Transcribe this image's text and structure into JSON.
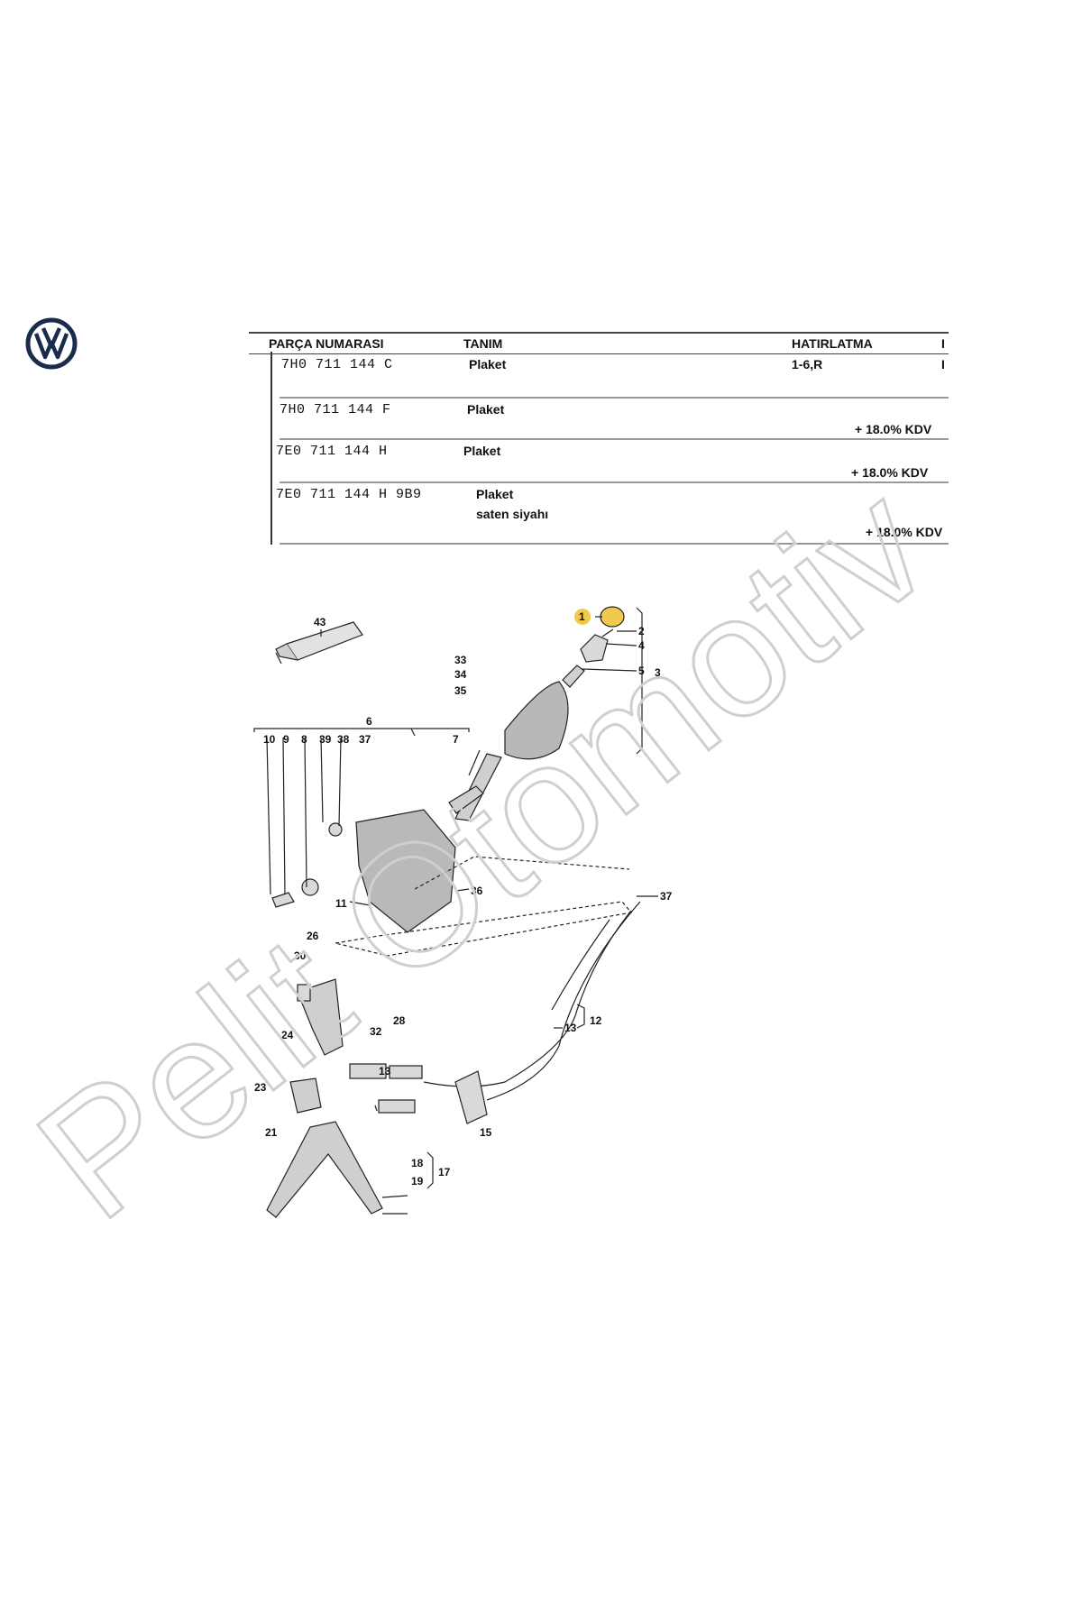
{
  "brand": {
    "logo": "volkswagen-logo"
  },
  "table": {
    "headers": {
      "part_number": "PARÇA NUMARASI",
      "description": "TANIM",
      "reminder": "HATIRLATMA",
      "extra": "I"
    },
    "rows": [
      {
        "part_number": "7H0  711  144  C",
        "description": "Plaket",
        "note": "1-6,R",
        "kdv": "",
        "extra": "I"
      },
      {
        "part_number": "7H0  711  144  F",
        "description": "Plaket",
        "note": "",
        "kdv": "+ 18.0% KDV"
      },
      {
        "part_number": "7E0  711  144  H",
        "description": "Plaket",
        "note": "",
        "kdv": "+ 18.0% KDV"
      },
      {
        "part_number": "7E0  711  144  H   9B9",
        "description": "Plaket",
        "description2": "saten siyahı",
        "note": "",
        "kdv": "+ 18.0% KDV"
      }
    ]
  },
  "diagram": {
    "callouts": [
      "1",
      "2",
      "3",
      "4",
      "5",
      "6",
      "7",
      "8",
      "9",
      "10",
      "11",
      "12",
      "13",
      "13",
      "15",
      "17",
      "18",
      "19",
      "21",
      "23",
      "24",
      "26",
      "28",
      "30",
      "32",
      "33",
      "34",
      "35",
      "36",
      "37",
      "37",
      "38",
      "39",
      "43"
    ],
    "colors": {
      "highlight": "#f2c94c",
      "line": "#222222",
      "part_fill": "#d9d9d9"
    }
  },
  "watermark": {
    "text": "Pelit Otomotiv",
    "color": "#cfcfcf"
  }
}
